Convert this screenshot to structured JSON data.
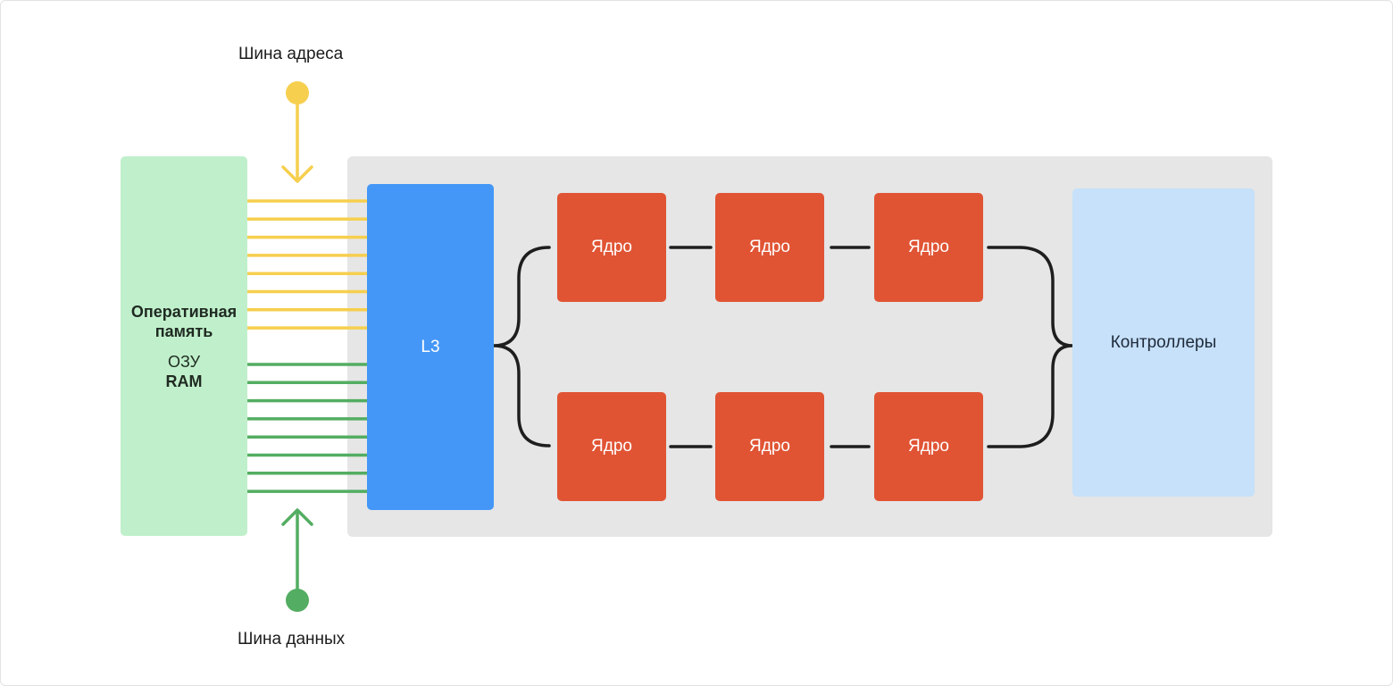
{
  "ram": {
    "title": "Оперативная память",
    "ozu": "ОЗУ",
    "ram": "RAM"
  },
  "l3": {
    "label": "L3"
  },
  "cores": [
    {
      "label": "Ядро"
    },
    {
      "label": "Ядро"
    },
    {
      "label": "Ядро"
    },
    {
      "label": "Ядро"
    },
    {
      "label": "Ядро"
    },
    {
      "label": "Ядро"
    }
  ],
  "controllers": {
    "label": "Контроллеры"
  },
  "address_bus": {
    "label": "Шина адреса",
    "color": "#f6cf4e",
    "lines": 8
  },
  "data_bus": {
    "label": "Шина данных",
    "color": "#53ad62",
    "lines": 8
  },
  "colors": {
    "ram_bg": "#c0f0cb",
    "cpu_bg": "#e6e6e6",
    "l3_bg": "#4597f7",
    "core_bg": "#e05434",
    "controllers_bg": "#c6e1f9",
    "connector": "#1e1e1e"
  }
}
